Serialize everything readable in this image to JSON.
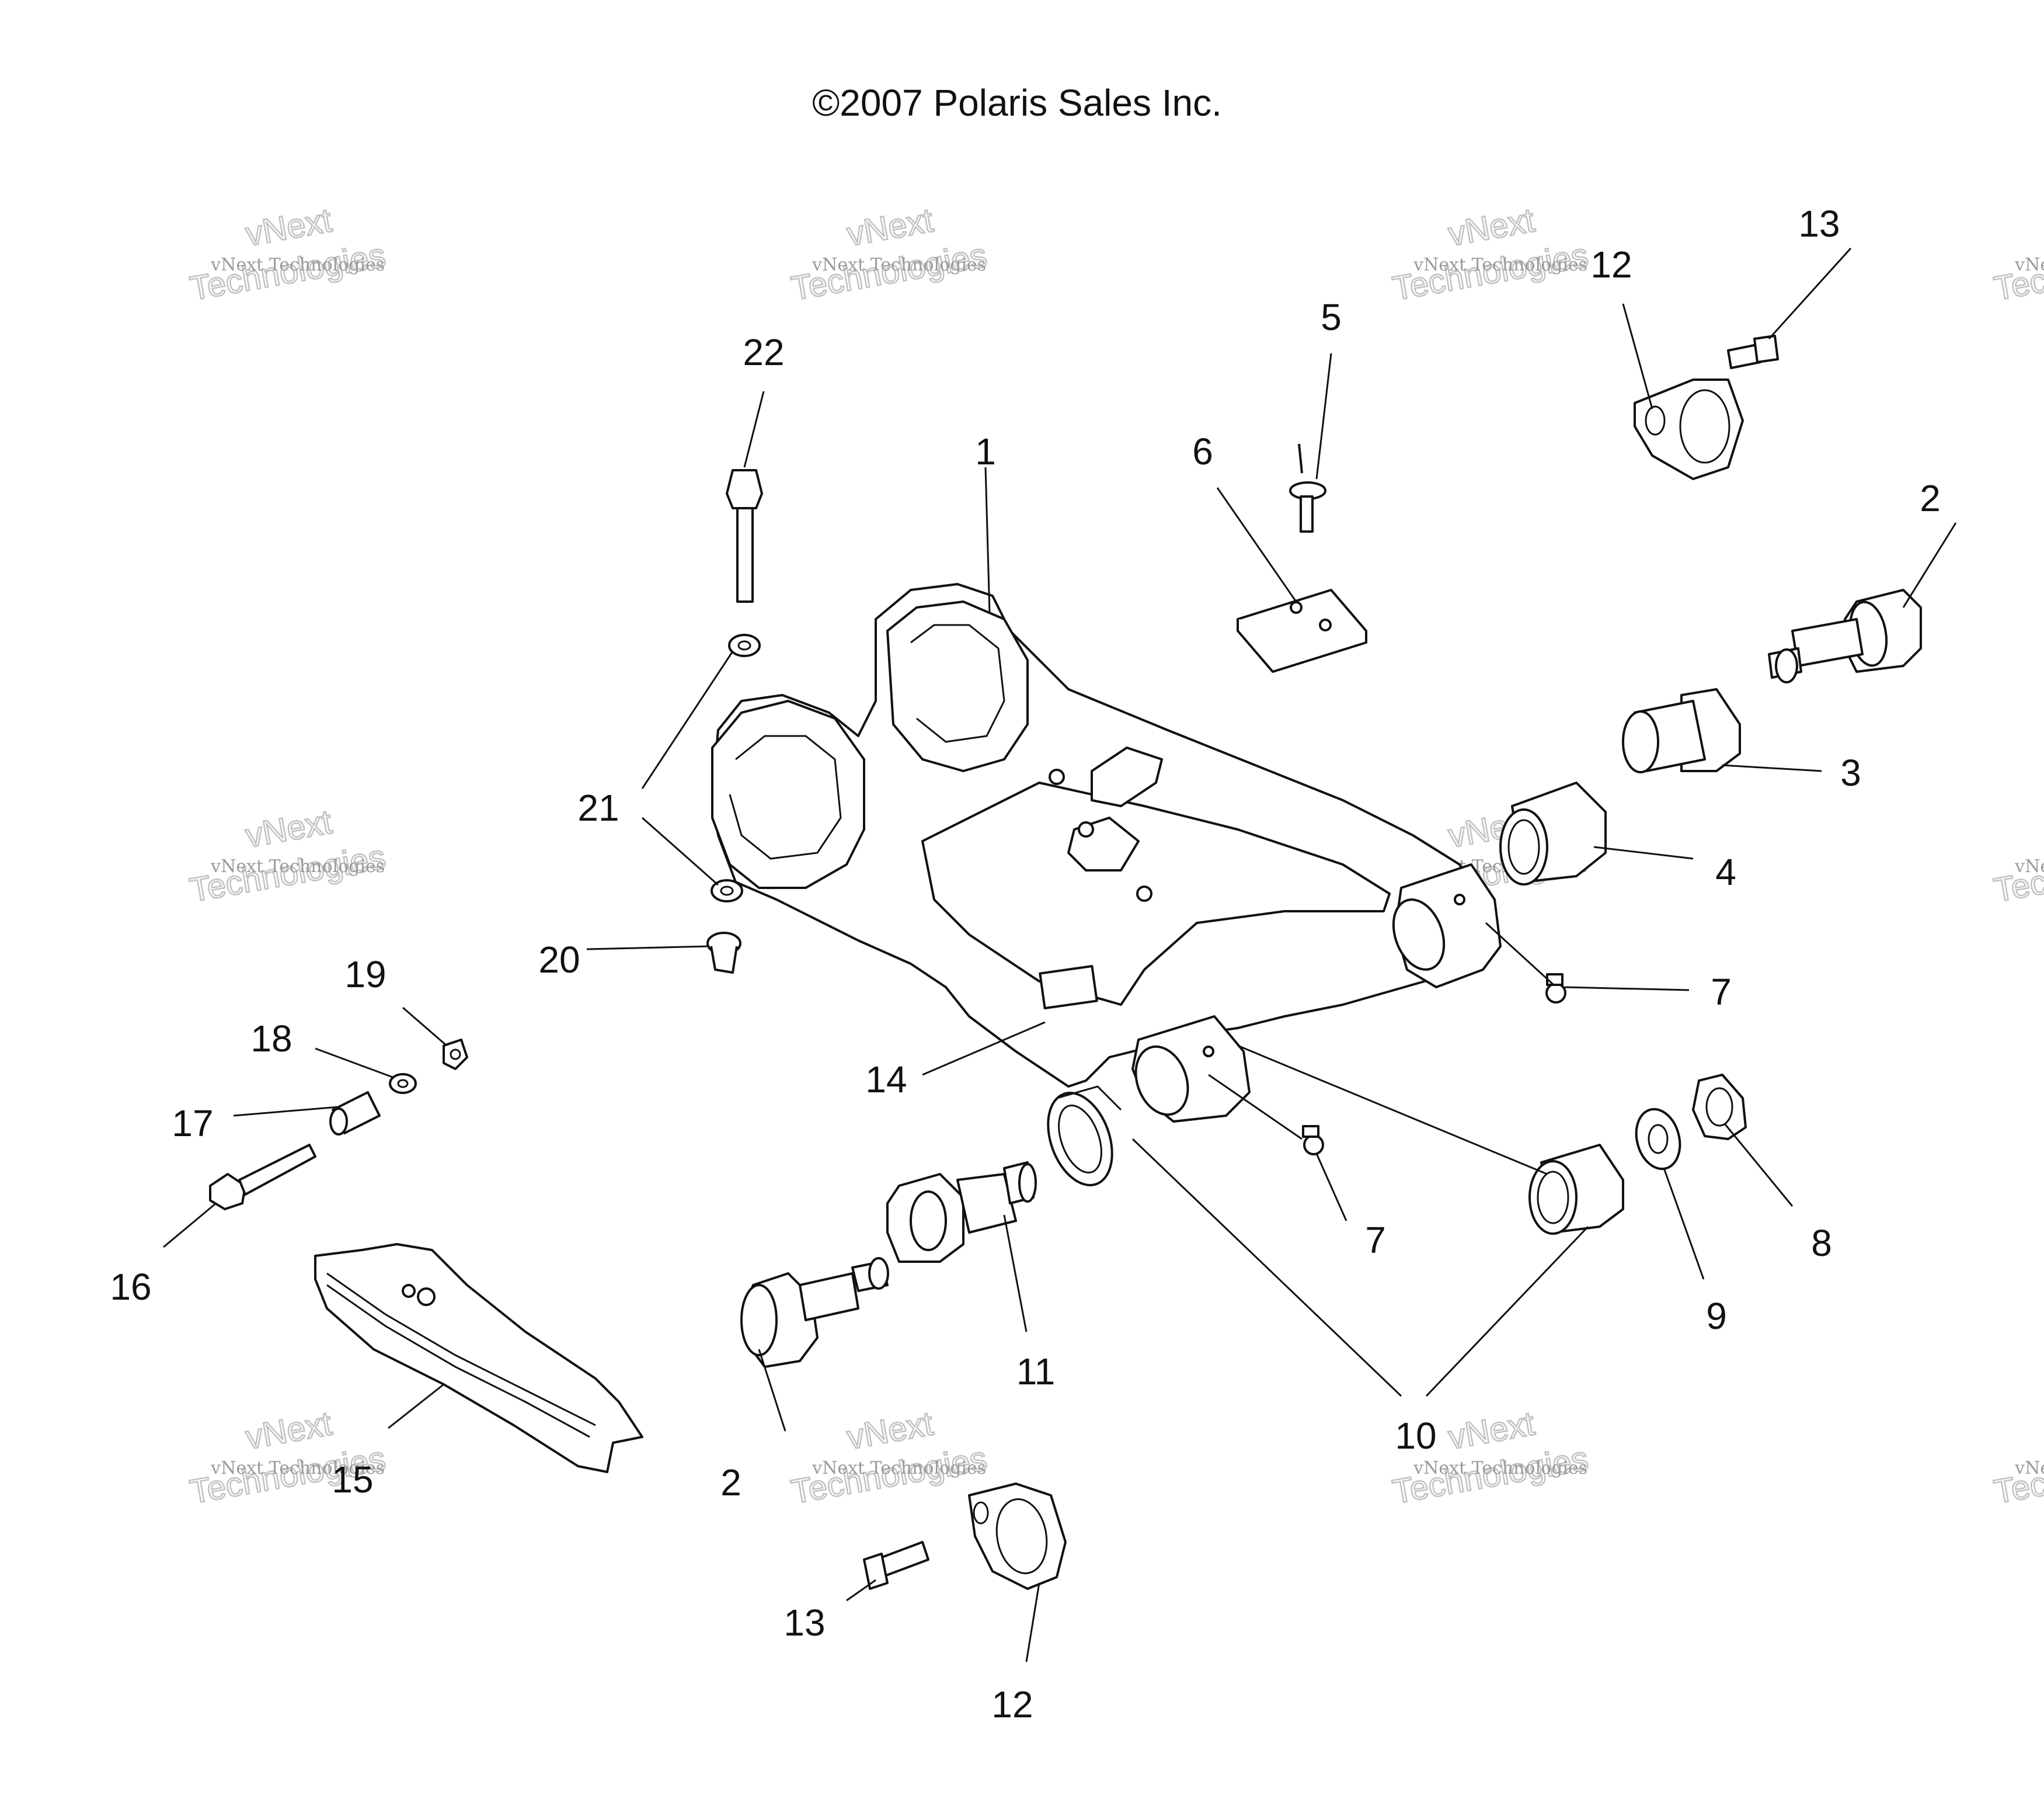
{
  "copyright": "©2007 Polaris Sales Inc.",
  "watermark": {
    "line_small": "vNext Technologies",
    "line_big_1": "vNext",
    "line_big_2": "Technologies"
  },
  "callouts": [
    {
      "id": "1",
      "label": "1"
    },
    {
      "id": "2a",
      "label": "2"
    },
    {
      "id": "2b",
      "label": "2"
    },
    {
      "id": "3",
      "label": "3"
    },
    {
      "id": "4",
      "label": "4"
    },
    {
      "id": "5",
      "label": "5"
    },
    {
      "id": "6",
      "label": "6"
    },
    {
      "id": "7a",
      "label": "7"
    },
    {
      "id": "7b",
      "label": "7"
    },
    {
      "id": "8",
      "label": "8"
    },
    {
      "id": "9",
      "label": "9"
    },
    {
      "id": "10",
      "label": "10"
    },
    {
      "id": "11",
      "label": "11"
    },
    {
      "id": "12a",
      "label": "12"
    },
    {
      "id": "12b",
      "label": "12"
    },
    {
      "id": "13a",
      "label": "13"
    },
    {
      "id": "13b",
      "label": "13"
    },
    {
      "id": "14",
      "label": "14"
    },
    {
      "id": "15",
      "label": "15"
    },
    {
      "id": "16",
      "label": "16"
    },
    {
      "id": "17",
      "label": "17"
    },
    {
      "id": "18",
      "label": "18"
    },
    {
      "id": "19",
      "label": "19"
    },
    {
      "id": "20",
      "label": "20"
    },
    {
      "id": "21",
      "label": "21"
    },
    {
      "id": "22",
      "label": "22"
    }
  ]
}
